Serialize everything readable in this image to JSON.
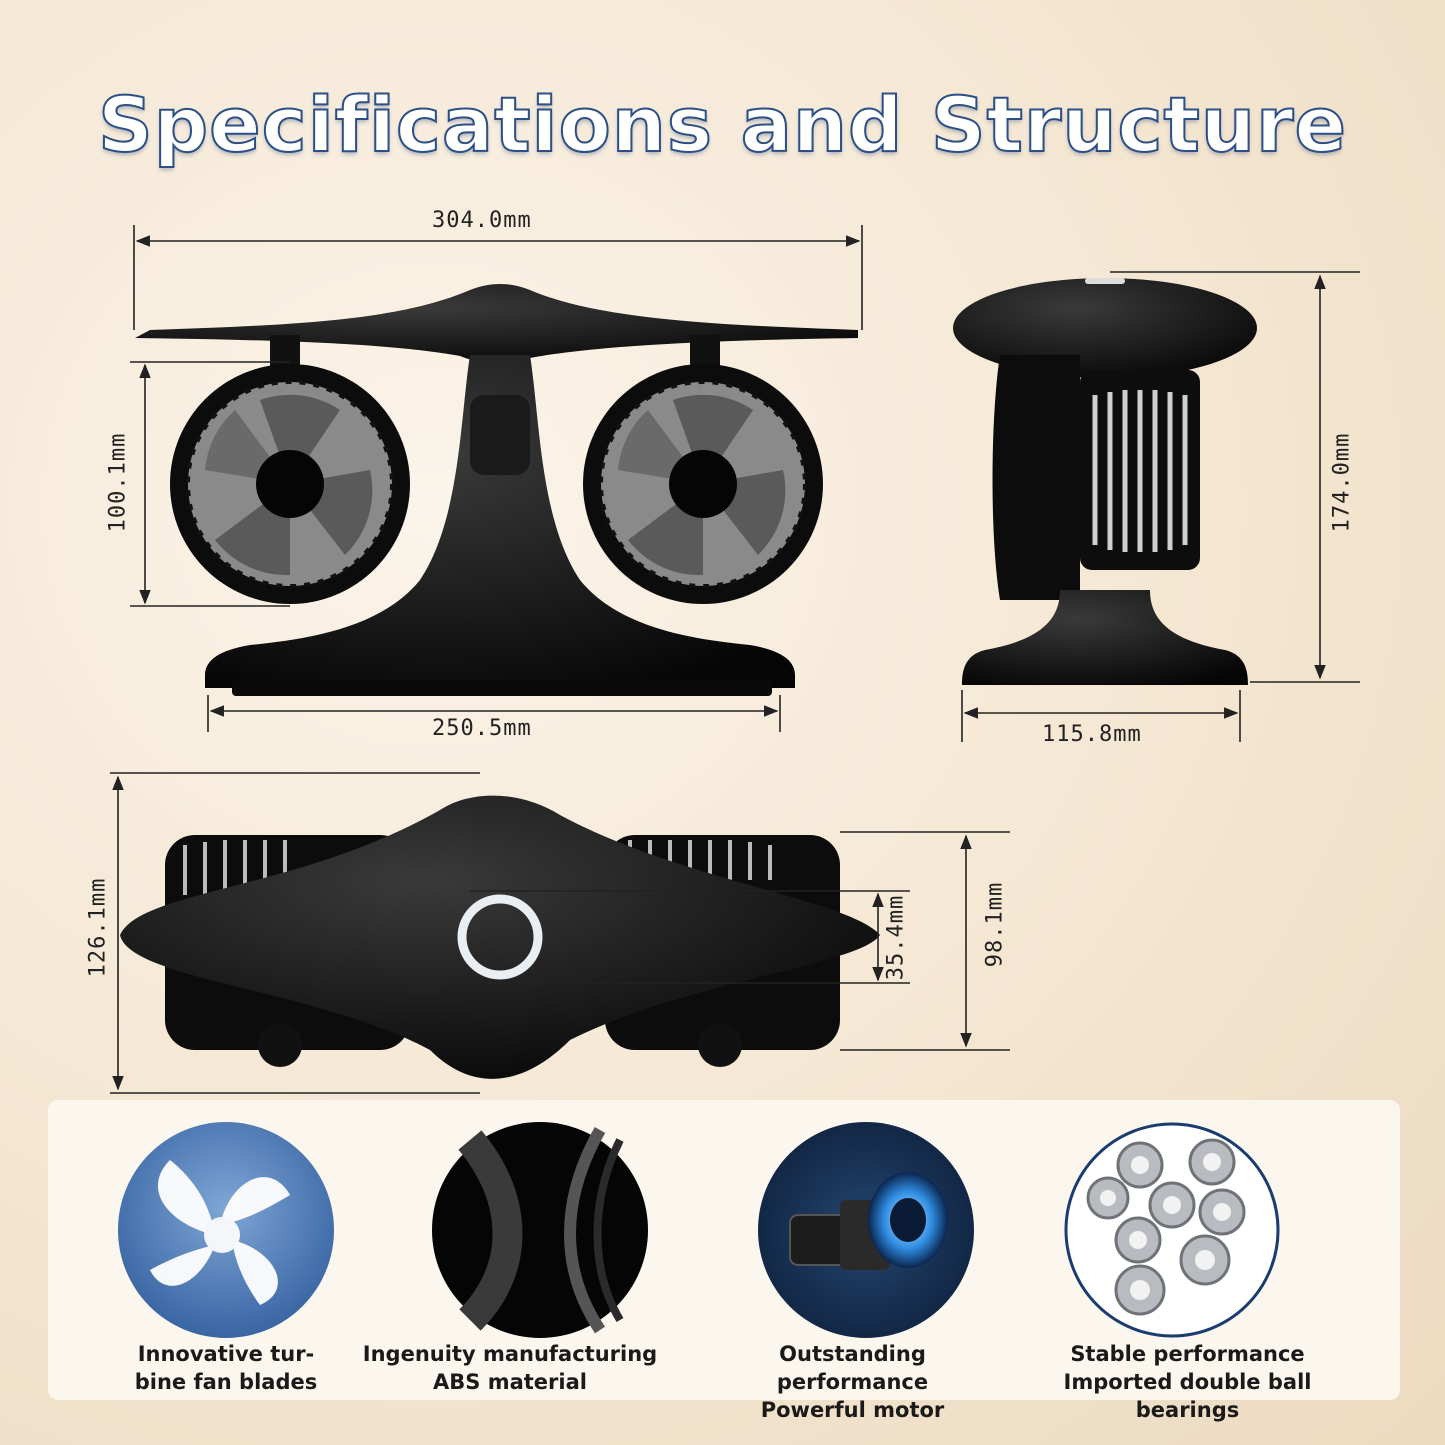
{
  "title": "Specifications and Structure",
  "dimensions": {
    "top_width": "304.0mm",
    "fan_height": "100.1mm",
    "base_width": "250.5mm",
    "side_height": "174.0mm",
    "side_depth": "115.8mm",
    "top_view_depth": "126.1mm",
    "button_size": "35.4mm",
    "body_depth": "98.1mm"
  },
  "features": [
    {
      "line1": "Innovative tur-",
      "line2": "bine fan blades"
    },
    {
      "line1": "Ingenuity manufacturing",
      "line2": "ABS material"
    },
    {
      "line1": "Outstanding performance",
      "line2": "Powerful motor"
    },
    {
      "line1": "Stable performance",
      "line2": "Imported double ball bearings"
    }
  ],
  "colors": {
    "title_stroke": "#2b4f86",
    "product": "#111111",
    "ring": "#e9eef2",
    "motor_glow": "#2f8ce0"
  }
}
